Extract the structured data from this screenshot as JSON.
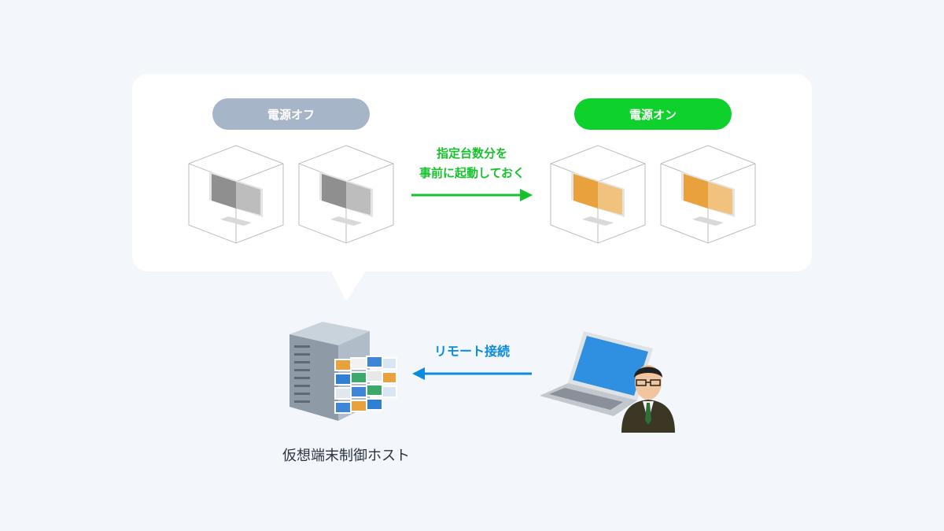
{
  "power_off": {
    "label": "電源オフ"
  },
  "power_on": {
    "label": "電源オン"
  },
  "middle_note": {
    "line1": "指定台数分を",
    "line2": "事前に起動しておく"
  },
  "remote": {
    "label": "リモート接続"
  },
  "host": {
    "label": "仮想端末制御ホスト"
  },
  "colors": {
    "off_badge": "#a7b5c8",
    "on_badge": "#0ed22b",
    "green_text": "#16c22c",
    "blue_text": "#0a8be0",
    "screen_off": "#8f8f8f",
    "screen_on": "#e9a13e"
  },
  "icons": {
    "monitor": "monitor-icon",
    "server": "server-icon",
    "laptop": "laptop-icon",
    "user": "user-icon"
  }
}
